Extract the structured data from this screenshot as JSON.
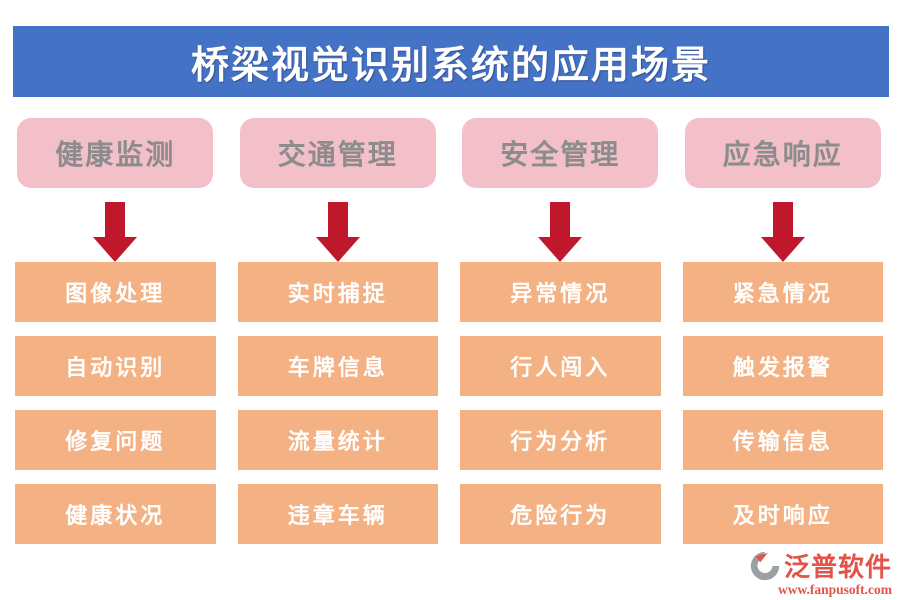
{
  "title": "桥梁视觉识别系统的应用场景",
  "columns": [
    {
      "header": "健康监测",
      "items": [
        "图像处理",
        "自动识别",
        "修复问题",
        "健康状况"
      ]
    },
    {
      "header": "交通管理",
      "items": [
        "实时捕捉",
        "车牌信息",
        "流量统计",
        "违章车辆"
      ]
    },
    {
      "header": "安全管理",
      "items": [
        "异常情况",
        "行人闯入",
        "行为分析",
        "危险行为"
      ]
    },
    {
      "header": "应急响应",
      "items": [
        "紧急情况",
        "触发报警",
        "传输信息",
        "及时响应"
      ]
    }
  ],
  "logo": {
    "name": "泛普软件",
    "url": "www.fanpusoft.com"
  },
  "colors": {
    "banner_bg": "#4472c4",
    "banner_text": "#ffffff",
    "header_pink": "#f3bfc9",
    "header_text": "#8c8c8c",
    "box_orange": "#f4b183",
    "box_text": "#ffffff",
    "arrow_red": "#c0182b",
    "logo_red": "#e2544a",
    "logo_gray": "#9aa0a4"
  }
}
